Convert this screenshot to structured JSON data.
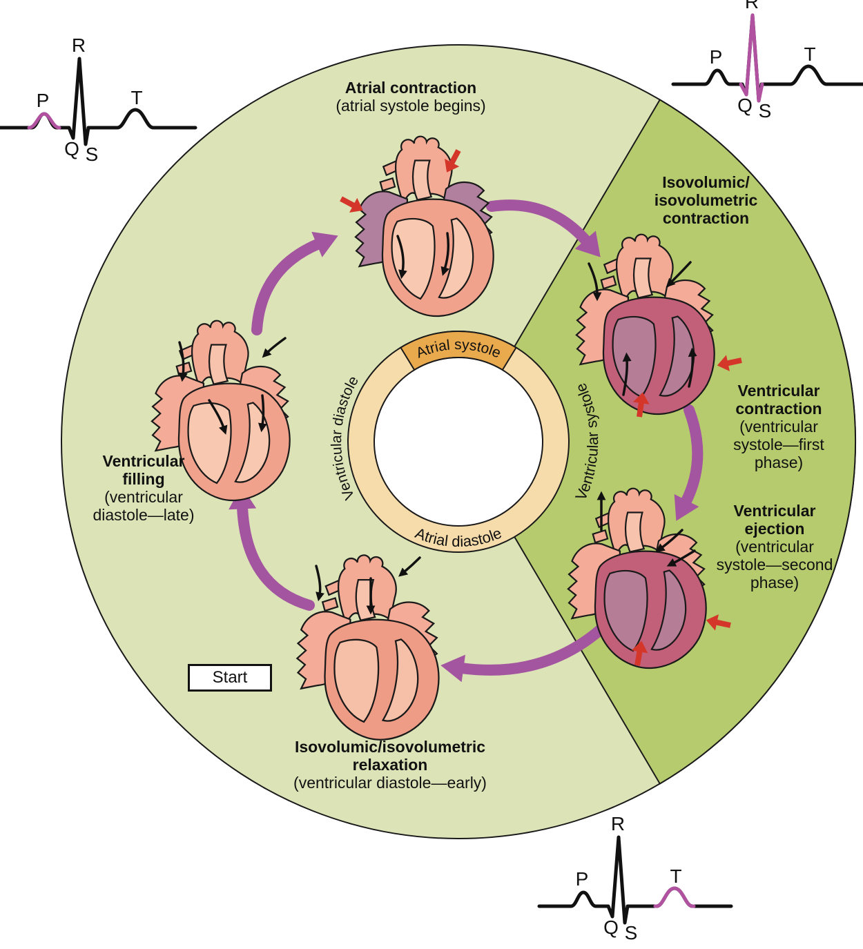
{
  "start_label": "Start",
  "ring": {
    "atrial_systole": "Atrial systole",
    "atrial_diastole": "Atrial diastole",
    "ventricular_diastole": "Ventricular diastole",
    "ventricular_systole": "Ventricular systole"
  },
  "stages": [
    {
      "name": "atrial-contraction",
      "lines": [
        "Atrial contraction",
        "(atrial systole begins)"
      ]
    },
    {
      "name": "isovolumic-isovolumetric-contraction",
      "lines": [
        "Isovolumic/",
        "isovolumetric",
        "contraction"
      ]
    },
    {
      "name": "ventricular-contraction",
      "lines": [
        "Ventricular",
        "contraction",
        "(ventricular",
        "systole—first",
        "phase)"
      ]
    },
    {
      "name": "ventricular-ejection",
      "lines": [
        "Ventricular",
        "ejection",
        "(ventricular",
        "systole—second",
        "phase)"
      ]
    },
    {
      "name": "isovolumic-isovolumetric-relaxation",
      "lines": [
        "Isovolumic/isovolumetric",
        "relaxation",
        "(ventricular diastole—early)"
      ]
    },
    {
      "name": "ventricular-filling",
      "lines": [
        "Ventricular",
        "filling",
        "(ventricular",
        "diastole—late)"
      ]
    }
  ],
  "ecg": {
    "wave_labels": {
      "p": "P",
      "q": "Q",
      "r": "R",
      "s": "S",
      "t": "T"
    },
    "traces": [
      {
        "position": "top-left",
        "highlighted_wave": "P"
      },
      {
        "position": "top-right",
        "highlighted_wave": "QRS"
      },
      {
        "position": "bottom-right",
        "highlighted_wave": "T"
      }
    ]
  },
  "colors": {
    "diastole_region_green": "#dce3b7",
    "systole_region_green": "#b6cb6d",
    "ring_tan": "#f6dcab",
    "atrial_systole_orange": "#e9a94d",
    "cycle_arrow_purple": "#a355a0",
    "ecg_highlight_purple": "#b152a1",
    "pressure_arrow_red": "#d4372a",
    "heart_salmon": "#f0a28d",
    "heart_chamber_light": "#f8c8b0",
    "contracted_atria_mauve": "#b1809f",
    "contracted_ventricle_rose": "#c2607a",
    "outline_black": "#1a1a1a"
  }
}
